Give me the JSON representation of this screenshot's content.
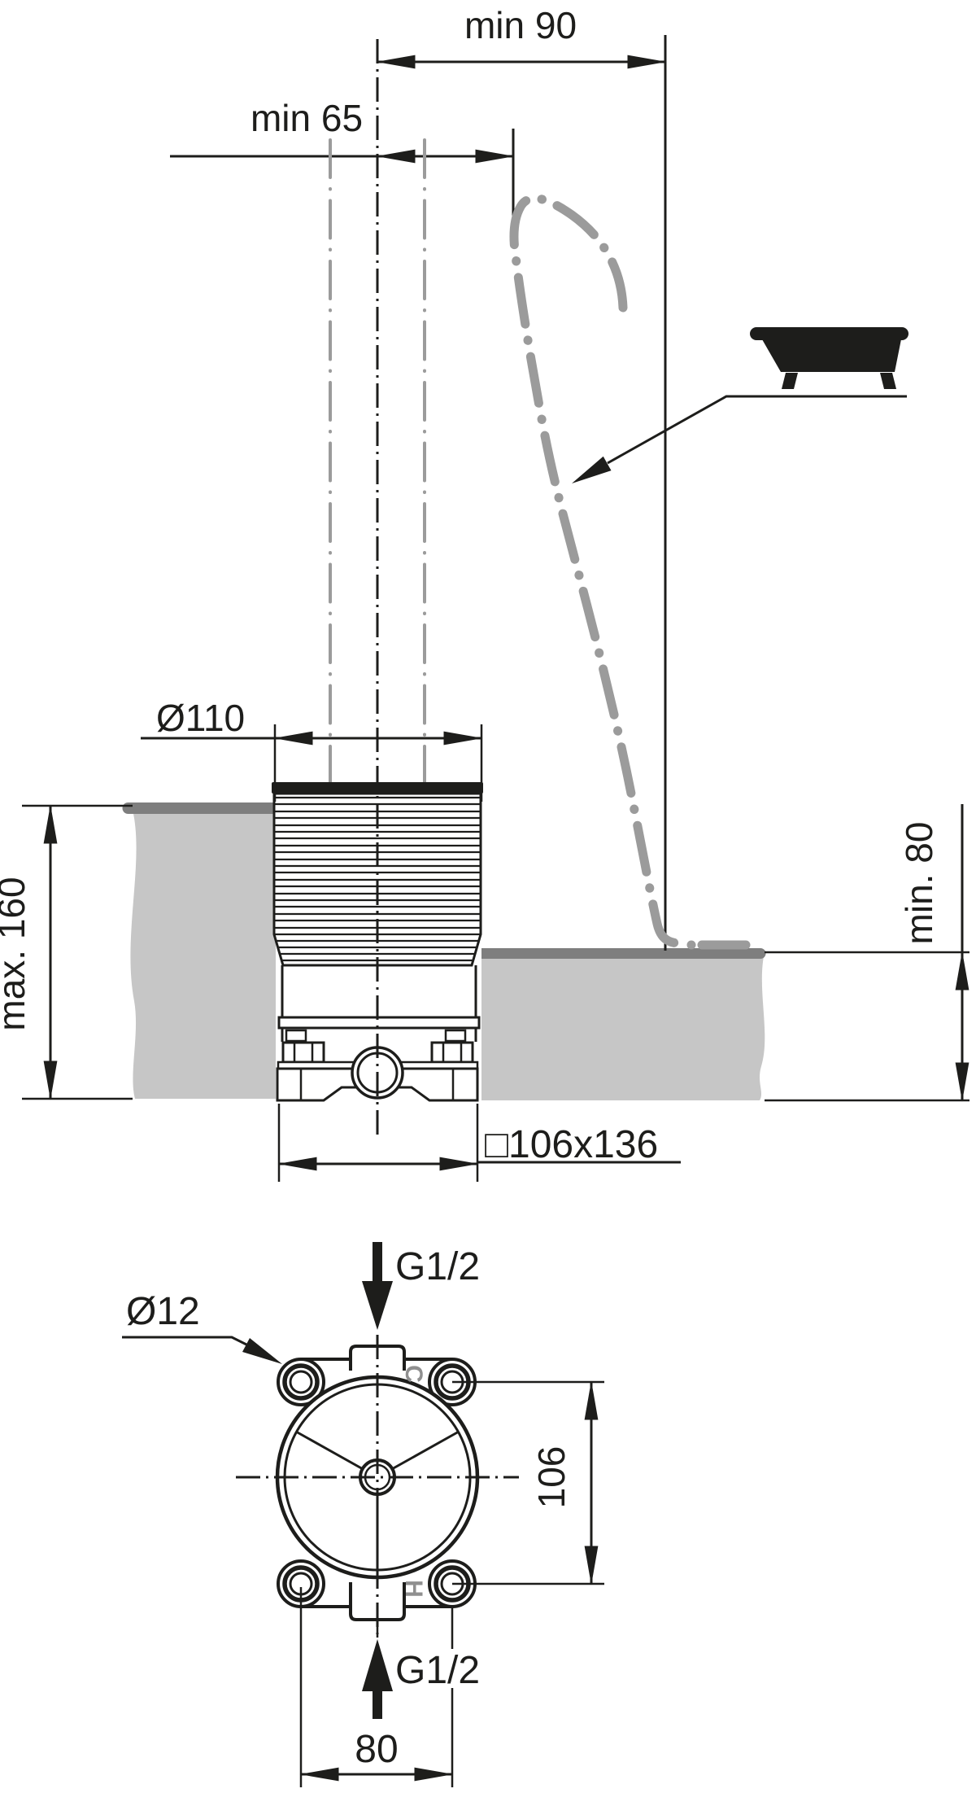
{
  "drawing_title": "Floor-standing bath filler rough-in installation drawing",
  "colors": {
    "ink": "#1d1d1b",
    "phantom_gray": "#9b9b9b",
    "deck_fill": "#c6c6c6",
    "deck_edge": "#7e7e7e",
    "port_marking": "#8f8f8f"
  },
  "side_view": {
    "min_distance_to_rim": "min 90",
    "min_distance_to_spout": "min 65",
    "body_diameter": "Ø110",
    "max_mounting_depth": "max. 160",
    "min_clearance": "min. 80",
    "footprint": "□106x136"
  },
  "plan_view": {
    "top_connection": "G1/2",
    "bottom_connection": "G1/2",
    "fixing_hole_diameter": "Ø12",
    "hole_spacing_long": "106",
    "hole_spacing_short": "80",
    "cold_port_marking": "C",
    "hot_port_marking": "H"
  }
}
